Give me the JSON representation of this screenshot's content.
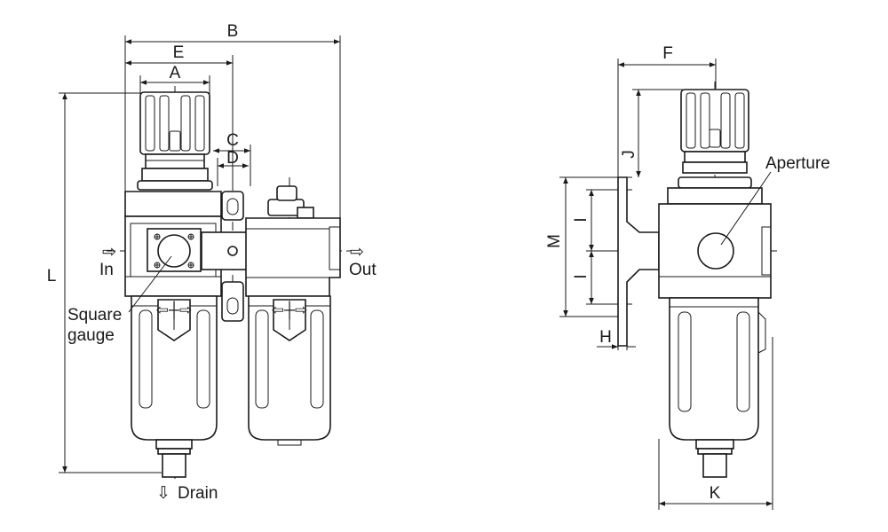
{
  "dimensions": {
    "A": "A",
    "B": "B",
    "C": "C",
    "D": "D",
    "E": "E",
    "F": "F",
    "H": "H",
    "I_top": "I",
    "I_bottom": "I",
    "J": "J",
    "K": "K",
    "L": "L",
    "M": "M"
  },
  "ports": {
    "in": "In",
    "out": "Out",
    "drain": "Drain"
  },
  "callouts": {
    "square_gauge_line1": "Square",
    "square_gauge_line2": "gauge",
    "aperture": "Aperture"
  },
  "glyphs": {
    "arrow_right": "⇨",
    "arrow_down": "⇩"
  }
}
